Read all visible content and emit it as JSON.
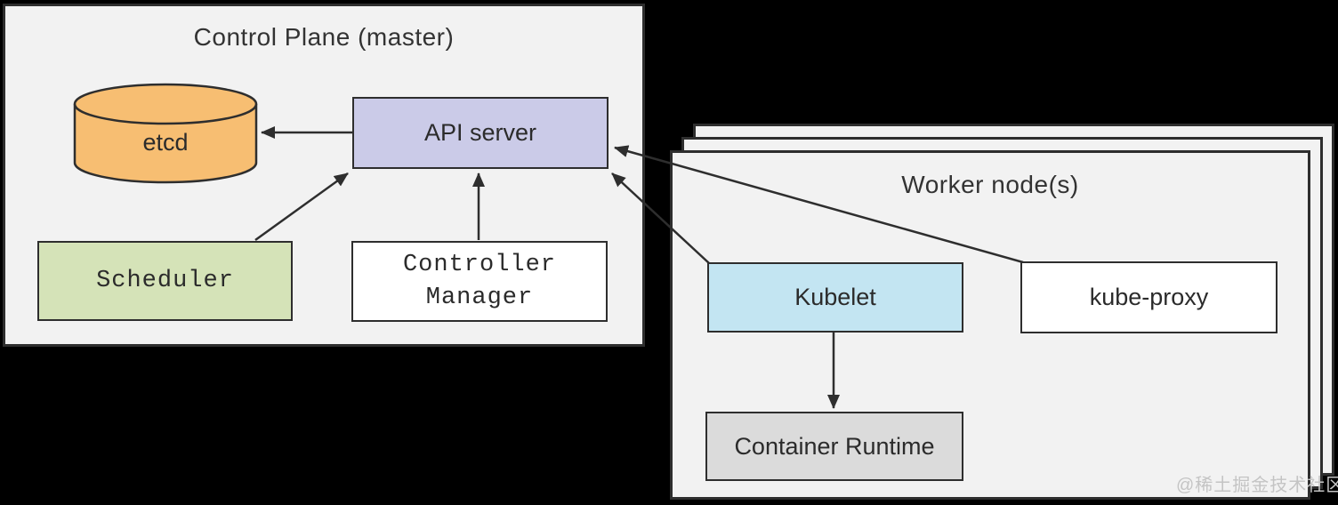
{
  "control_plane": {
    "title": "Control Plane (master)",
    "nodes": {
      "etcd": {
        "label": "etcd",
        "fill": "#f7be72"
      },
      "api_server": {
        "label": "API server",
        "fill": "#cbcbe8"
      },
      "scheduler": {
        "label": "Scheduler",
        "fill": "#d5e3b8"
      },
      "controller_manager": {
        "label": "Controller Manager",
        "lines": [
          "Controller",
          "Manager"
        ],
        "fill": "#ffffff"
      }
    }
  },
  "worker": {
    "title": "Worker node(s)",
    "stacked_layers": 3,
    "nodes": {
      "kubelet": {
        "label": "Kubelet",
        "fill": "#c3e5f2"
      },
      "kube_proxy": {
        "label": "kube-proxy",
        "fill": "#ffffff"
      },
      "container_runtime": {
        "label": "Container Runtime",
        "fill": "#dbdbdb"
      }
    }
  },
  "edges": [
    {
      "from": "api_server",
      "to": "etcd"
    },
    {
      "from": "scheduler",
      "to": "api_server"
    },
    {
      "from": "controller_manager",
      "to": "api_server"
    },
    {
      "from": "kubelet",
      "to": "api_server"
    },
    {
      "from": "kube_proxy",
      "to": "api_server"
    },
    {
      "from": "kubelet",
      "to": "container_runtime"
    }
  ],
  "watermark": "@稀土掘金技术社区",
  "colors": {
    "background": "#000000",
    "panel_fill": "#f2f2f2",
    "line_and_border": "#2e2e2e",
    "etcd_fill": "#f7be72",
    "api_server_fill": "#cbcbe8",
    "scheduler_fill": "#d5e3b8",
    "controller_manager_fill": "#ffffff",
    "kubelet_fill": "#c3e5f2",
    "kube_proxy_fill": "#ffffff",
    "container_runtime_fill": "#dbdbdb",
    "watermark_color": "#c4c4c4"
  }
}
